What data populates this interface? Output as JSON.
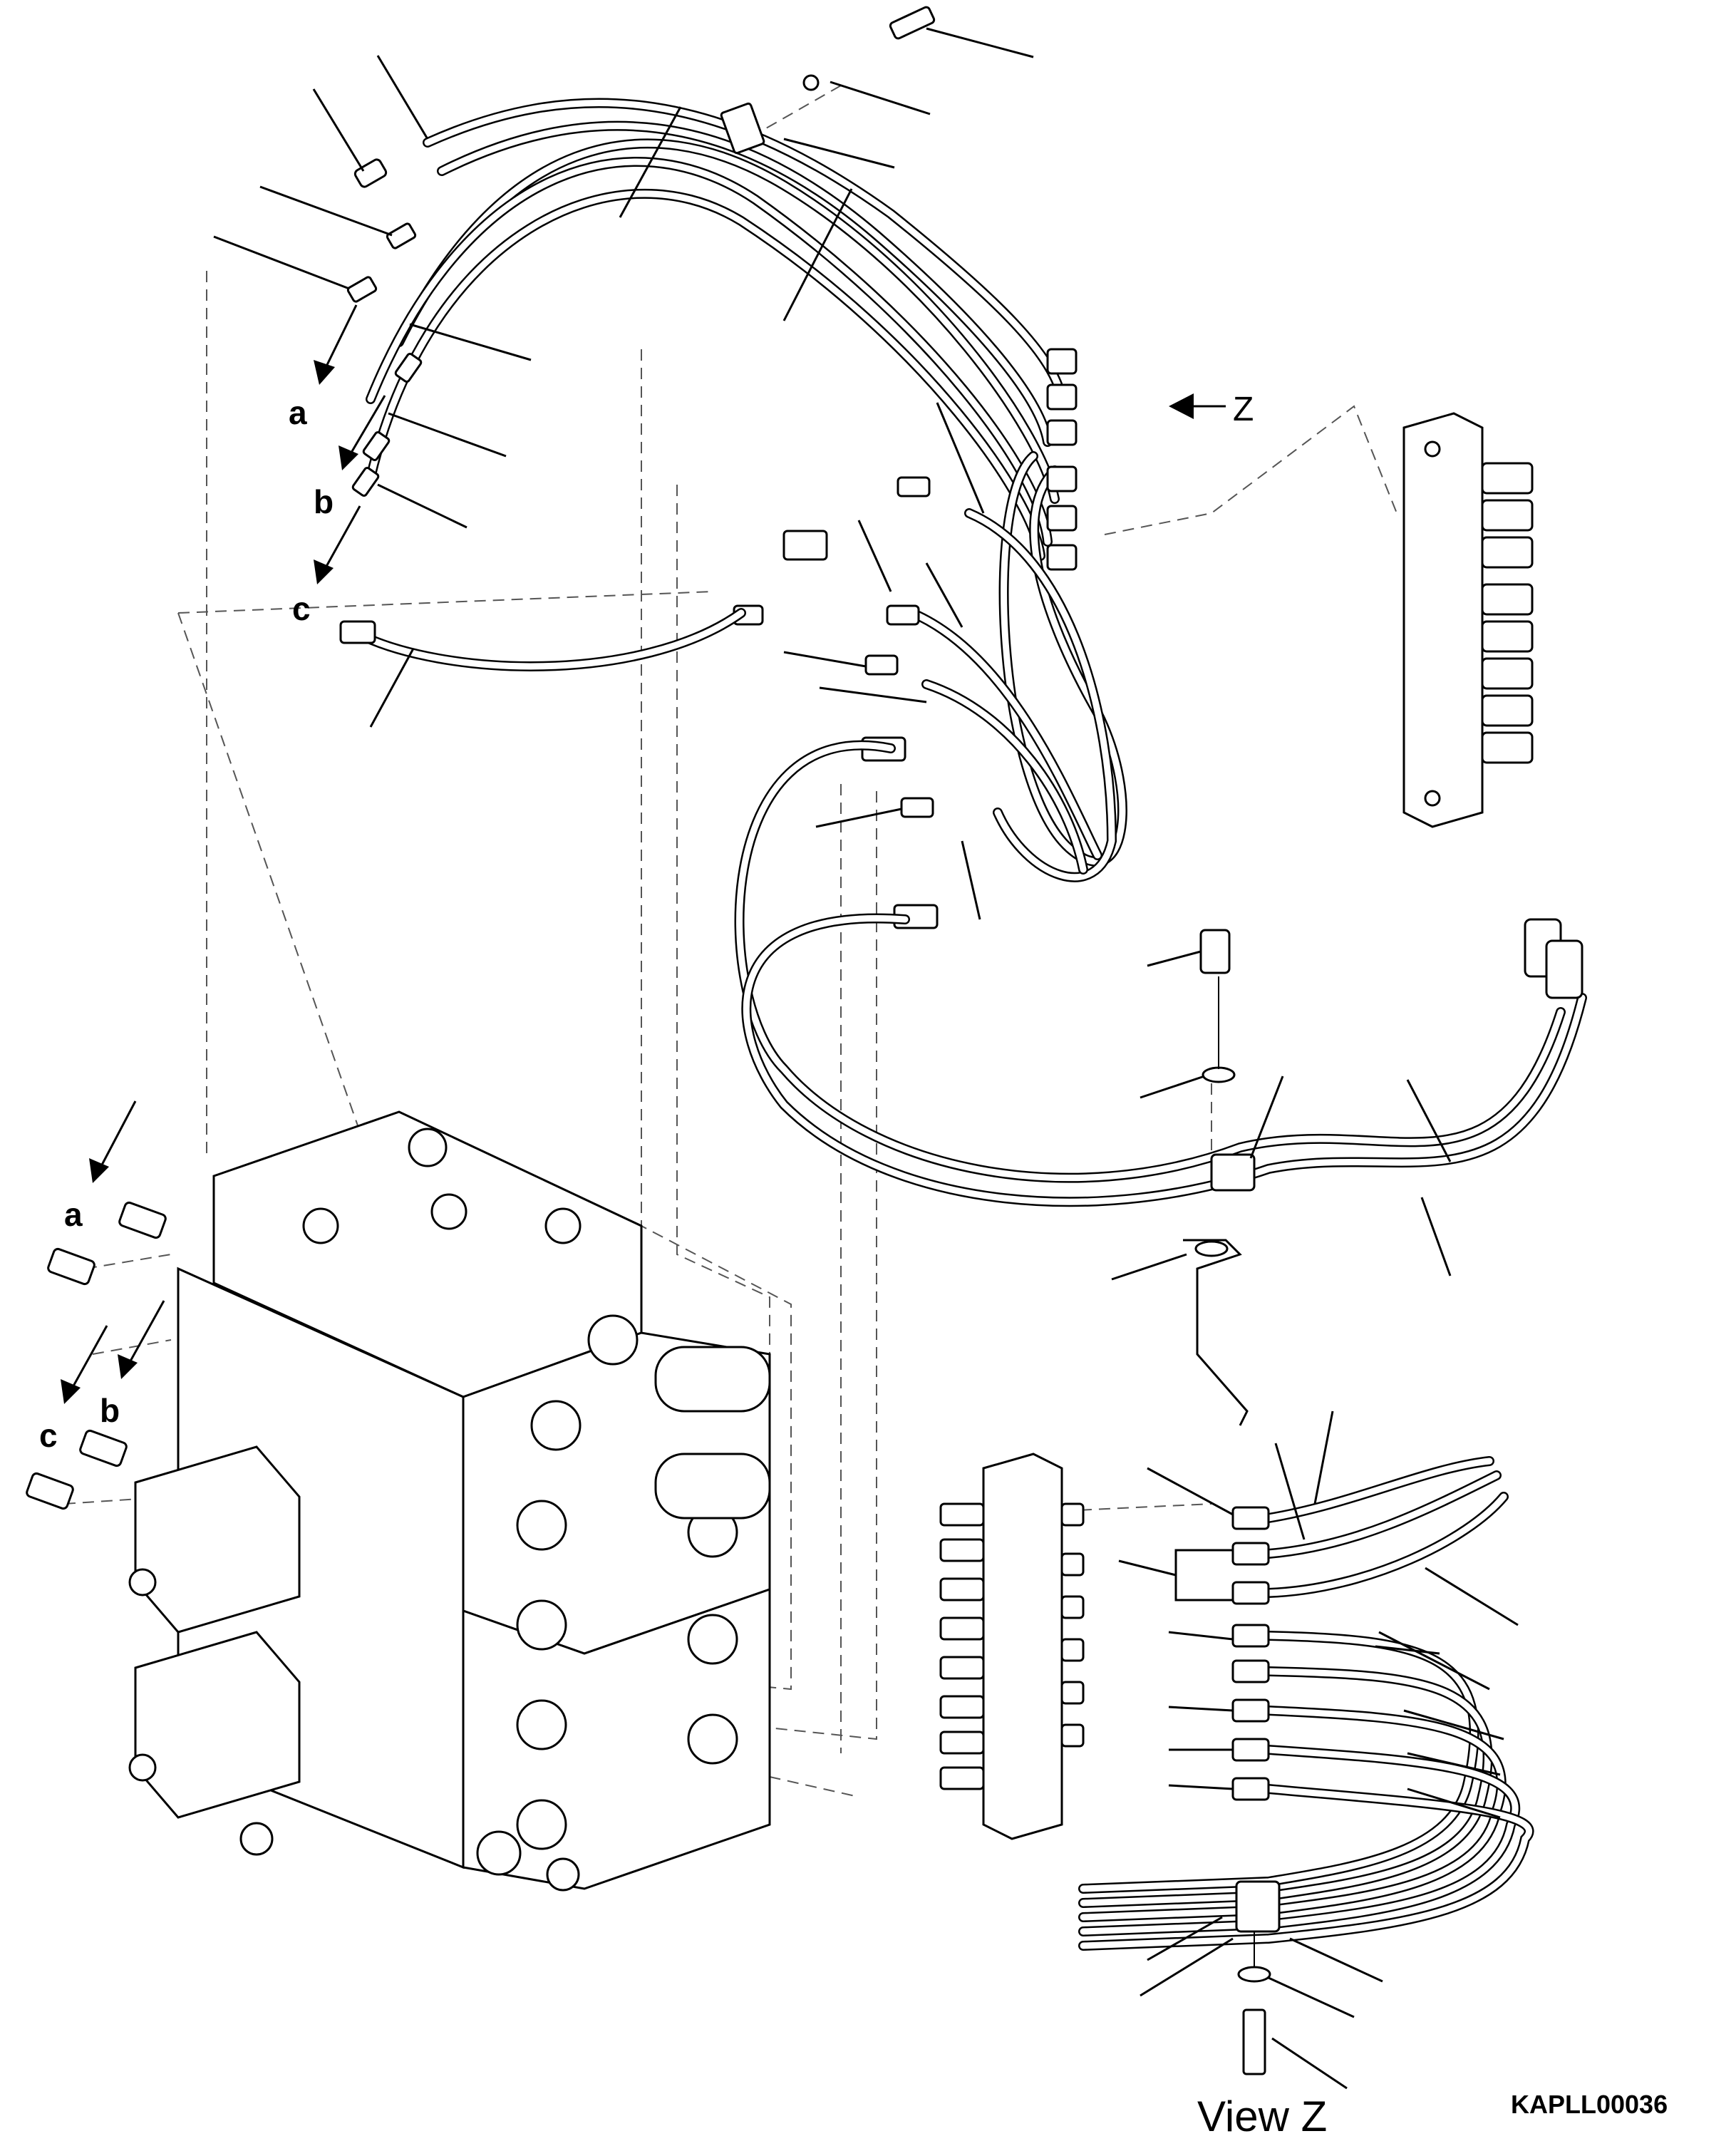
{
  "diagram": {
    "view_arrow_label": "Z",
    "view_caption": "View Z",
    "drawing_code": "KAPLL00036",
    "connection_labels": {
      "upper": [
        "a",
        "b",
        "c"
      ],
      "lower": [
        "a",
        "b",
        "c"
      ]
    }
  }
}
